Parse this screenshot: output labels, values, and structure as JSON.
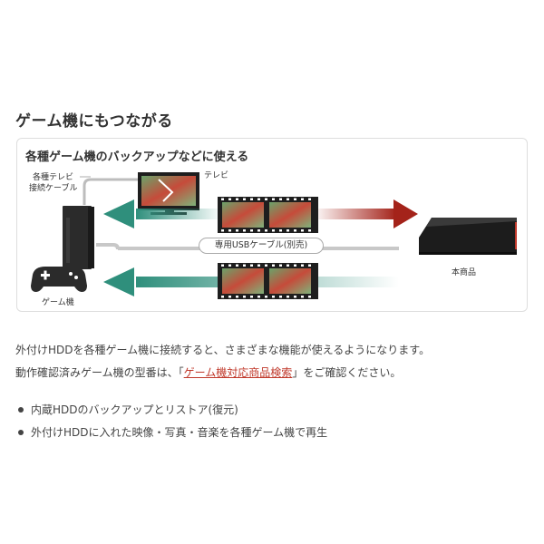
{
  "heading": "ゲーム機にもつながる",
  "diagram": {
    "title": "各種ゲーム機のバックアップなどに使える",
    "cable_label_line1": "各種テレビ",
    "cable_label_line2": "接続ケーブル",
    "tv_label": "テレビ",
    "usb_cable_label": "専用USBケーブル(別売)",
    "console_label": "ゲーム機",
    "hdd_label": "本商品"
  },
  "body": {
    "line1": "外付けHDDを各種ゲーム機に接続すると、さまざまな機能が使えるようになります。",
    "line2_before": "動作確認済みゲーム機の型番は、「",
    "line2_link": "ゲーム機対応商品検索",
    "line2_after": "」をご確認ください。"
  },
  "bullets": [
    "内蔵HDDのバックアップとリストア(復元)",
    "外付けHDDに入れた映像・写真・音楽を各種ゲーム機で再生"
  ],
  "colors": {
    "arrow_green": "#2f8f7c",
    "arrow_red": "#a4231a",
    "link": "#c0392b"
  }
}
